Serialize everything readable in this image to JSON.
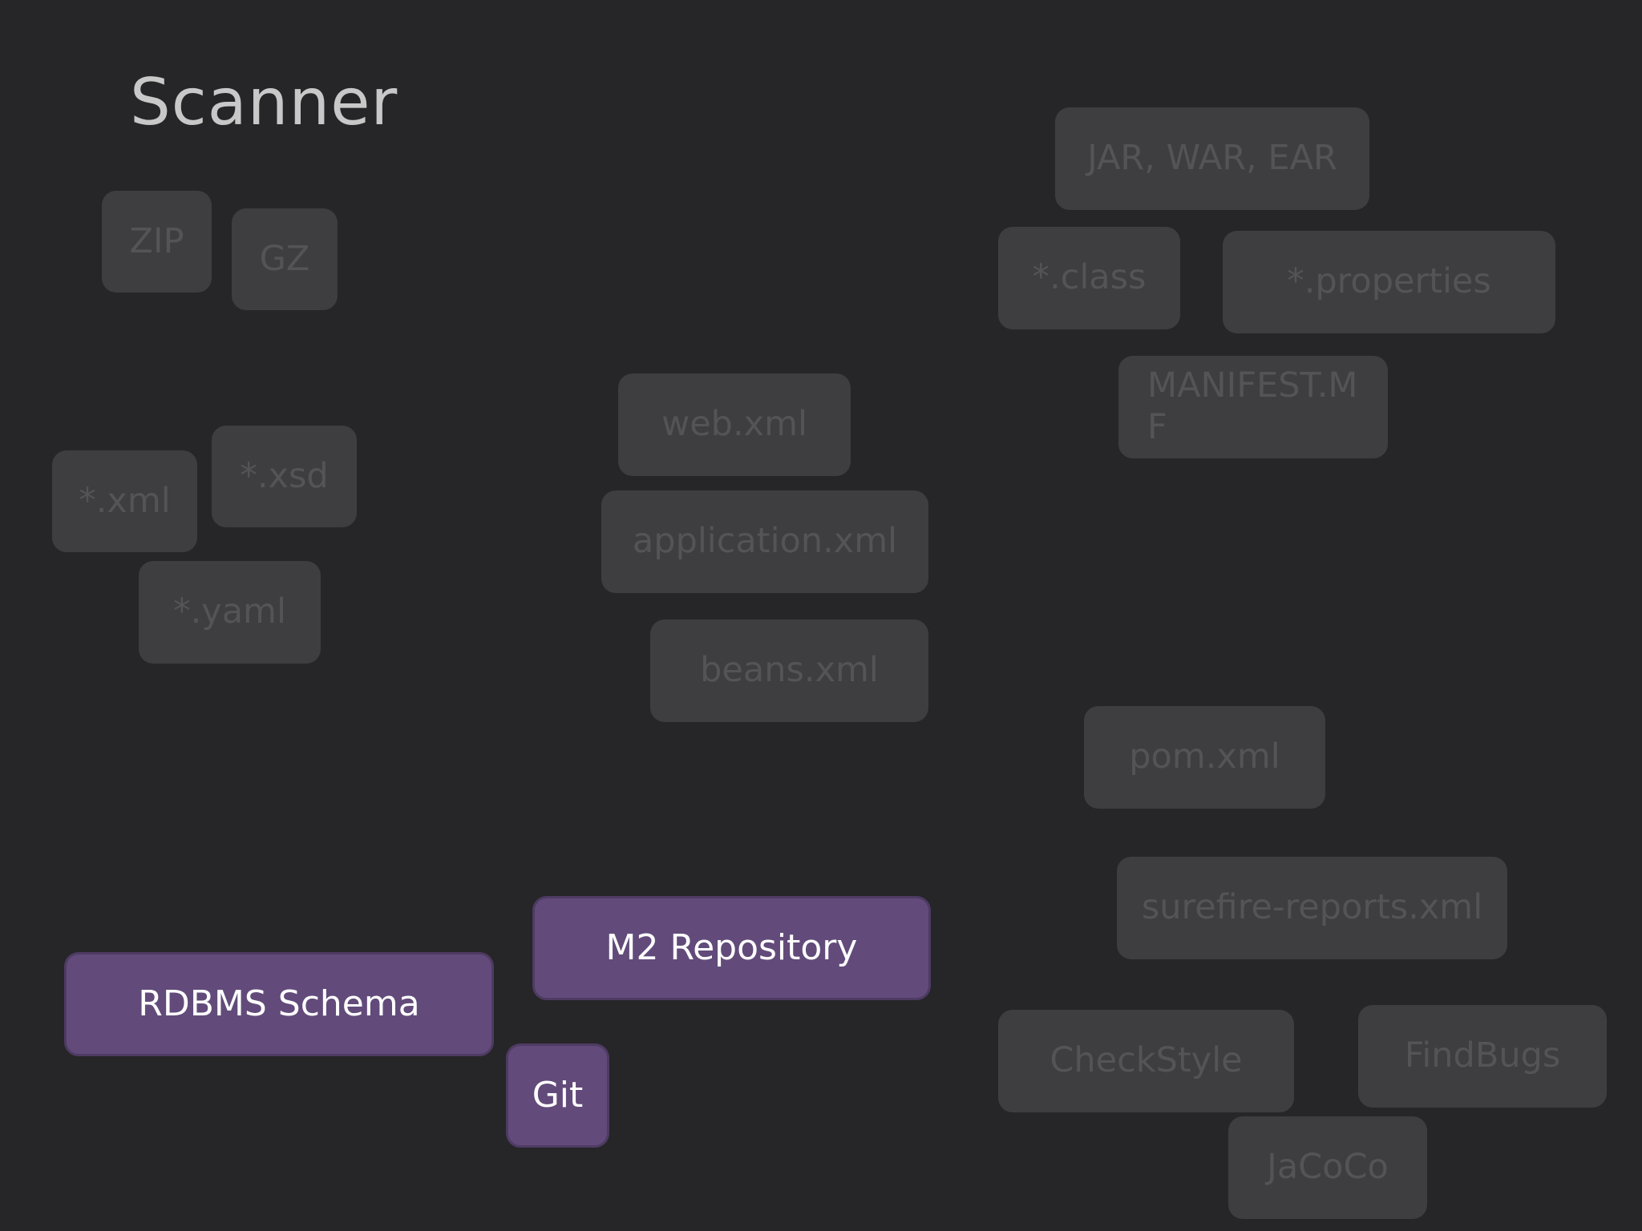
{
  "title": "Scanner",
  "boxes": {
    "zip": "ZIP",
    "gz": "GZ",
    "xml": "*.xml",
    "xsd": "*.xsd",
    "yaml": "*.yaml",
    "web_xml": "web.xml",
    "application_xml": "application.xml",
    "beans_xml": "beans.xml",
    "jar_war_ear": "JAR, WAR, EAR",
    "class": "*.class",
    "properties": "*.properties",
    "manifest": "MANIFEST.MF",
    "pom_xml": "pom.xml",
    "surefire": "surefire-reports.xml",
    "checkstyle": "CheckStyle",
    "findbugs": "FindBugs",
    "jacoco": "JaCoCo",
    "rdbms": "RDBMS Schema",
    "m2": "M2 Repository",
    "git": "Git"
  },
  "colors": {
    "background": "#262528",
    "box_inactive": "#3e3e41",
    "text_inactive": "#545457",
    "box_active": "#624b7a",
    "text_active": "#ffffff",
    "title": "#c8c8c8"
  }
}
